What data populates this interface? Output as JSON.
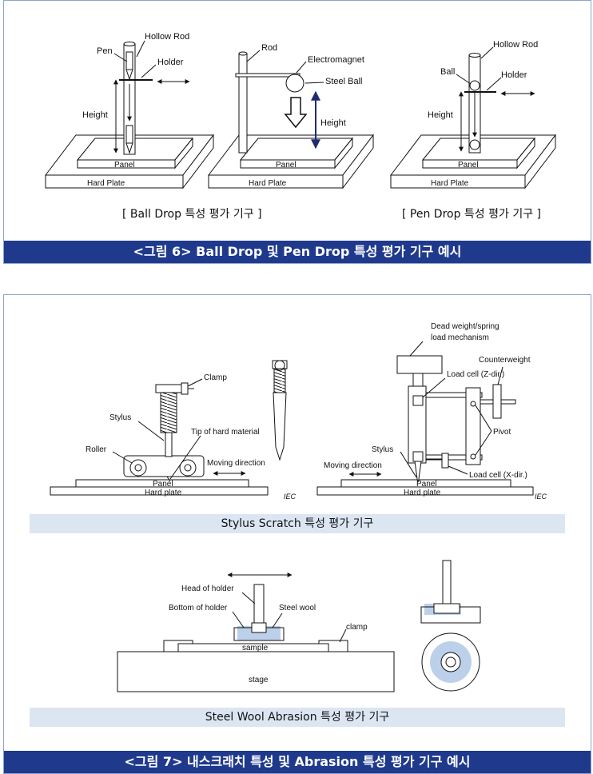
{
  "fig6": {
    "caption": "<그림 6> Ball Drop 및 Pen Drop 특성 평가 기구 예시",
    "ball_drop_caption": "[ Ball Drop 특성 평가 기구 ]",
    "pen_drop_caption": "[ Pen Drop 특성 평가 기구 ]",
    "left": {
      "pen": "Pen",
      "hollow_rod": "Hollow Rod",
      "holder": "Holder",
      "height": "Height",
      "panel": "Panel",
      "hard_plate": "Hard Plate"
    },
    "middle": {
      "rod": "Rod",
      "electromagnet": "Electromagnet",
      "steel_ball": "Steel Ball",
      "height": "Height",
      "panel": "Panel",
      "hard_plate": "Hard Plate"
    },
    "right": {
      "hollow_rod": "Hollow Rod",
      "ball": "Ball",
      "holder": "Holder",
      "height": "Height",
      "panel": "Panel",
      "hard_plate": "Hard Plate"
    }
  },
  "fig7": {
    "caption": "<그림 7> 내스크래치 특성 및 Abrasion 특성 평가 기구 예시",
    "stylus_caption": "Stylus Scratch 특성 평가 기구",
    "steelwool_caption": "Steel Wool Abrasion 특성 평가 기구",
    "stylus_left": {
      "clamp": "Clamp",
      "stylus": "Stylus",
      "tip": "Tip of hard material",
      "roller": "Roller",
      "moving_direction": "Moving direction",
      "panel": "Panel",
      "hard_plate": "Hard plate",
      "iec": "IEC"
    },
    "stylus_right": {
      "dead_weight_1": "Dead weight/spring",
      "dead_weight_2": "load mechanism",
      "counterweight": "Counterweight",
      "load_cell_z": "Load cell (Z-dir.)",
      "pivot": "Pivot",
      "stylus": "Stylus",
      "moving_direction": "Moving direction",
      "load_cell_x": "Load cell (X-dir.)",
      "panel": "Panel",
      "hard_plate": "Hard plate",
      "iec": "IEC"
    },
    "steelwool": {
      "head_of_holder": "Head of holder",
      "bottom_of_holder": "Bottom of holder",
      "steel_wool": "Steel wool",
      "clamp": "clamp",
      "sample": "sample",
      "stage": "stage"
    }
  }
}
